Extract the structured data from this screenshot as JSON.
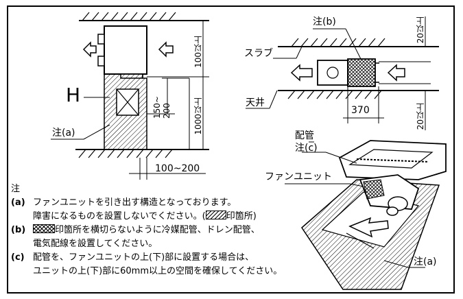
{
  "labels": {
    "h_mark": "H",
    "note_a_left": "注(a)",
    "dim_100_ue": "100以上",
    "dim_1000_ue": "1000以上",
    "dim_150_200": "150~\n200",
    "dim_100_200": "100~200",
    "note_b_top": "注(b)",
    "slab": "スラブ",
    "ceiling": "天井",
    "dim_20_ue_top": "20以上",
    "dim_20_ue_bottom": "20以上",
    "dim_370": "370",
    "piping": "配管",
    "note_c": "注(c)",
    "fan_unit": "ファンユニット",
    "note_a_right": "注(a)"
  },
  "notes": {
    "heading": "注",
    "a_mark": "(a)",
    "a_line1": "ファンユニットを引き出す構造となっております。",
    "a_line2_pre": "障害になるものを設置しないでください。(",
    "a_line2_post": "印箇所)",
    "b_mark": "(b)",
    "b_line1": "印箇所を横切らないように冷媒配管、ドレン配管、",
    "b_line2": "電気配線を設置してください。",
    "c_mark": "(c)",
    "c_line1": "配管を、ファンユニットの上(下)部に設置する場合は、",
    "c_line2": "ユニットの上(下)部に60mm以上の空間を確保してください。"
  }
}
